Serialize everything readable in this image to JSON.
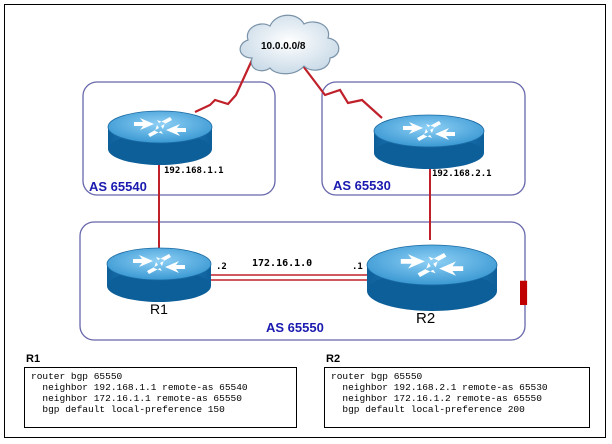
{
  "diagram": {
    "cloud_label": "10.0.0.0/8",
    "as_left": "AS 65540",
    "as_right": "AS 65530",
    "as_bottom": "AS 65550",
    "ip_r1_left": "192.168.1.1",
    "ip_r2_right": "192.168.2.1",
    "link_network": "172.16.1.0",
    "r1_host": ".2",
    "r2_host": ".1",
    "router_r1": "R1",
    "router_r2": "R2",
    "colors": {
      "as_border": "#6666aa",
      "as_text": "#1a1ab0",
      "link_red": "#c0202a",
      "router_blue": "#1f7fc0"
    }
  },
  "configs": {
    "r1": {
      "title": "R1",
      "lines": [
        "router bgp 65550",
        "  neighbor 192.168.1.1 remote-as 65540",
        "  neighbor 172.16.1.1 remote-as 65550",
        "  bgp default local-preference 150"
      ]
    },
    "r2": {
      "title": "R2",
      "lines": [
        "router bgp 65550",
        "  neighbor 192.168.2.1 remote-as 65530",
        "  neighbor 172.16.1.2 remote-as 65550",
        "  bgp default local-preference 200"
      ]
    }
  }
}
